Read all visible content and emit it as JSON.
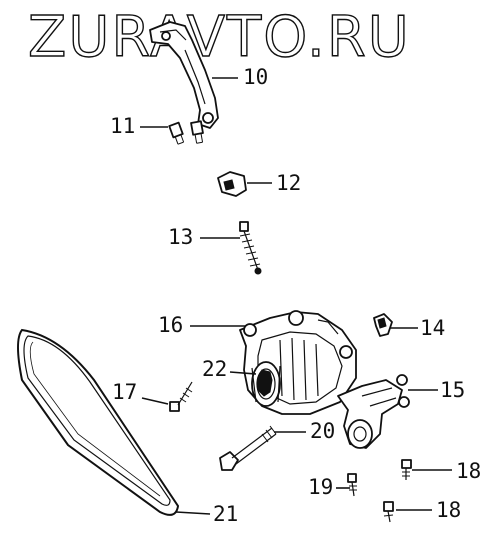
{
  "watermark": "ZURAVTO.RU",
  "callouts": {
    "c10": "10",
    "c11": "11",
    "c12": "12",
    "c13": "13",
    "c14": "14",
    "c15": "15",
    "c16": "16",
    "c17": "17",
    "c18a": "18",
    "c18b": "18",
    "c19": "19",
    "c20": "20",
    "c21": "21",
    "c22": "22"
  }
}
